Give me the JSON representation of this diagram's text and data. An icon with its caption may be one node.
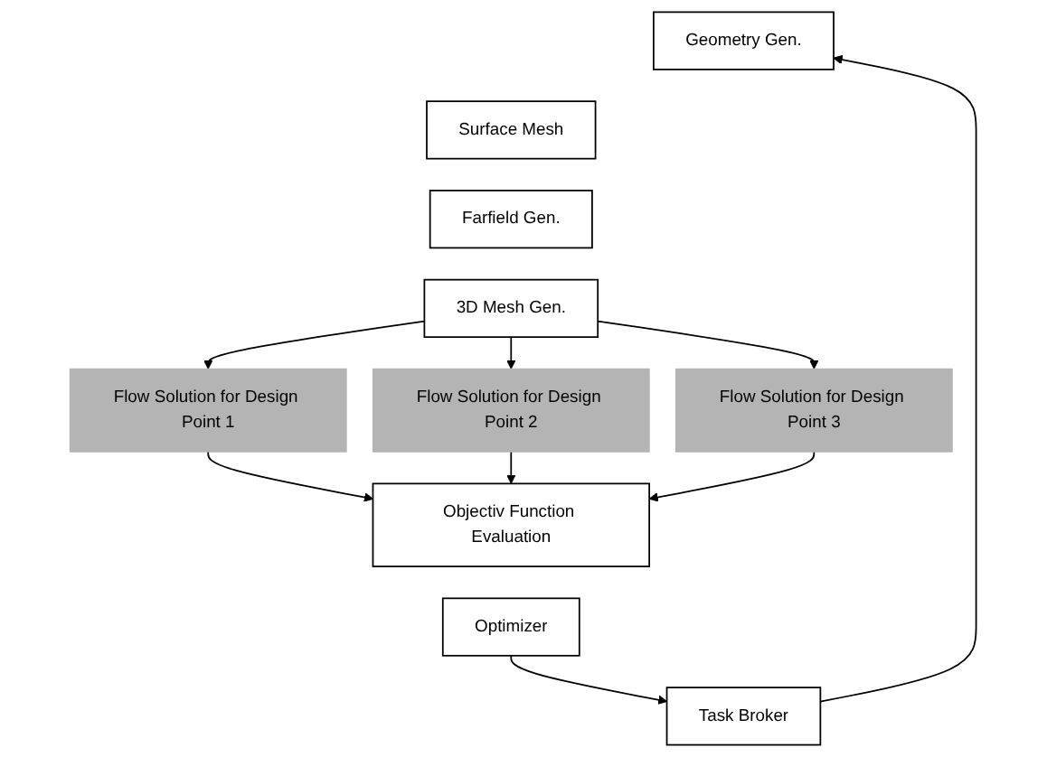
{
  "diagram": {
    "nodes": [
      {
        "text": [
          "Geometry Gen."
        ]
      },
      {
        "text": [
          "Surface Mesh"
        ]
      },
      {
        "text": [
          "Farfield Gen."
        ]
      },
      {
        "text": [
          "3D Mesh Gen."
        ]
      },
      {
        "text": [
          "Task Broker"
        ]
      },
      {
        "text": [
          "Flow Solution for Design Point 1"
        ]
      },
      {
        "text": [
          "Flow Solution for Design Point 2"
        ]
      },
      {
        "text": [
          "Flow Solution for Design Point 3"
        ]
      },
      {
        "text": [
          "Objectiv Function Evaluation"
        ]
      },
      {
        "text": [
          "Optimizer"
        ]
      }
    ],
    "edges": [
      {
        "from": 4,
        "to": 0,
        "arrow": "to"
      },
      {
        "from": 3,
        "to": 5,
        "arrow": "to"
      },
      {
        "from": 3,
        "to": 6,
        "arrow": "to"
      },
      {
        "from": 3,
        "to": 7,
        "arrow": "to"
      },
      {
        "from": 5,
        "to": 8,
        "arrow": "to"
      },
      {
        "from": 6,
        "to": 8,
        "arrow": "to"
      },
      {
        "from": 7,
        "to": 8,
        "arrow": "to"
      },
      {
        "from": 9,
        "to": 4,
        "arrow": "to"
      }
    ]
  }
}
